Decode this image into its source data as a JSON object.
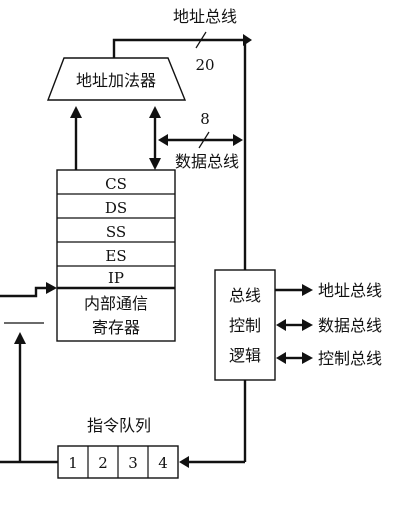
{
  "labels": {
    "top_address_bus": "地址总线",
    "address_adder": "地址加法器",
    "width_20": "20",
    "width_8": "8",
    "data_bus": "数据总线",
    "internal_register_line1": "内部通信",
    "internal_register_line2": "寄存器",
    "bus_control_line1": "总线",
    "bus_control_line2": "控制",
    "bus_control_line3": "逻辑",
    "right_address_bus": "地址总线",
    "right_data_bus": "数据总线",
    "right_control_bus": "控制总线",
    "instruction_queue": "指令队列"
  },
  "segment_registers": [
    "CS",
    "DS",
    "SS",
    "ES",
    "IP"
  ],
  "queue_slots": [
    "1",
    "2",
    "3",
    "4"
  ]
}
